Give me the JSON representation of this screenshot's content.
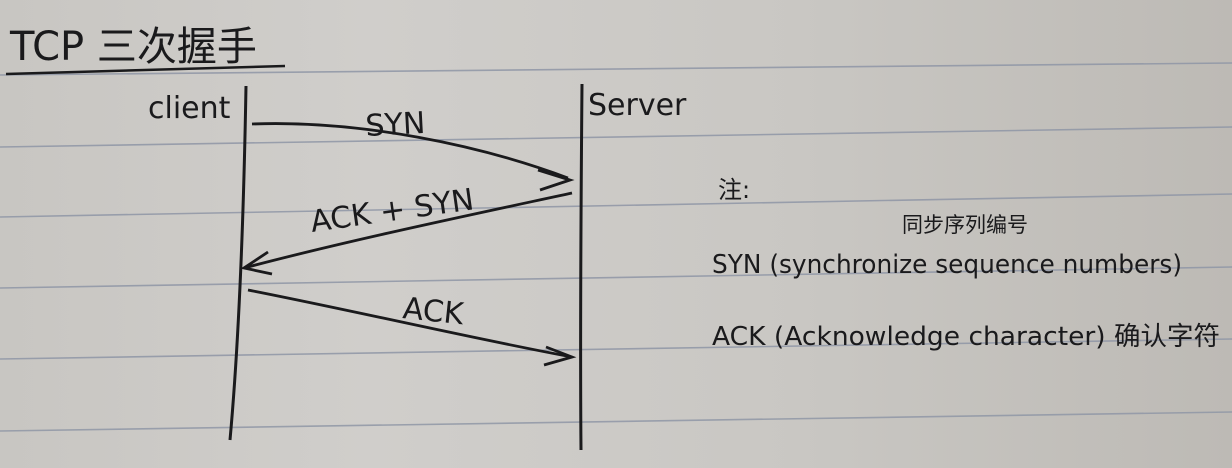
{
  "title": "TCP 三次握手",
  "participants": {
    "client": "client",
    "server": "Server"
  },
  "messages": [
    {
      "label": "SYN",
      "from": "client",
      "to": "server"
    },
    {
      "label": "ACK + SYN",
      "from": "server",
      "to": "client"
    },
    {
      "label": "ACK",
      "from": "client",
      "to": "server"
    }
  ],
  "notes": {
    "heading": "注:",
    "syn_translation": "同步序列编号",
    "syn_definition": "SYN (synchronize sequence numbers)",
    "ack_definition": "ACK (Acknowledge character) 确认字符"
  },
  "colors": {
    "ink": "#1a1a1c",
    "ruled_line": "#8f96a6",
    "paper": "#cbc9c5"
  }
}
